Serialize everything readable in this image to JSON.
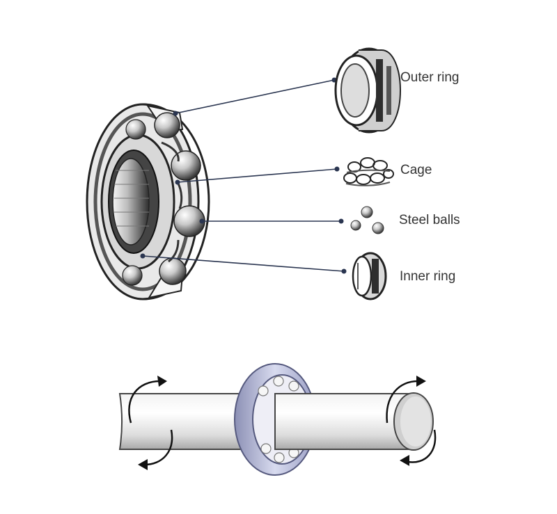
{
  "labels": {
    "outer_ring": "Outer ring",
    "cage": "Cage",
    "steel_balls": "Steel balls",
    "inner_ring": "Inner ring"
  },
  "colors": {
    "leader_line": "#2a3550",
    "metal_dark": "#3a3a3a",
    "metal_light": "#e6e6e6",
    "shaft_outline": "#444444",
    "bearing_blue": "#b8bcd8",
    "arrow": "#111111"
  },
  "icons": [
    "outer-ring-icon",
    "cage-icon",
    "steel-balls-icon",
    "inner-ring-icon",
    "rotation-arrow-icon"
  ]
}
